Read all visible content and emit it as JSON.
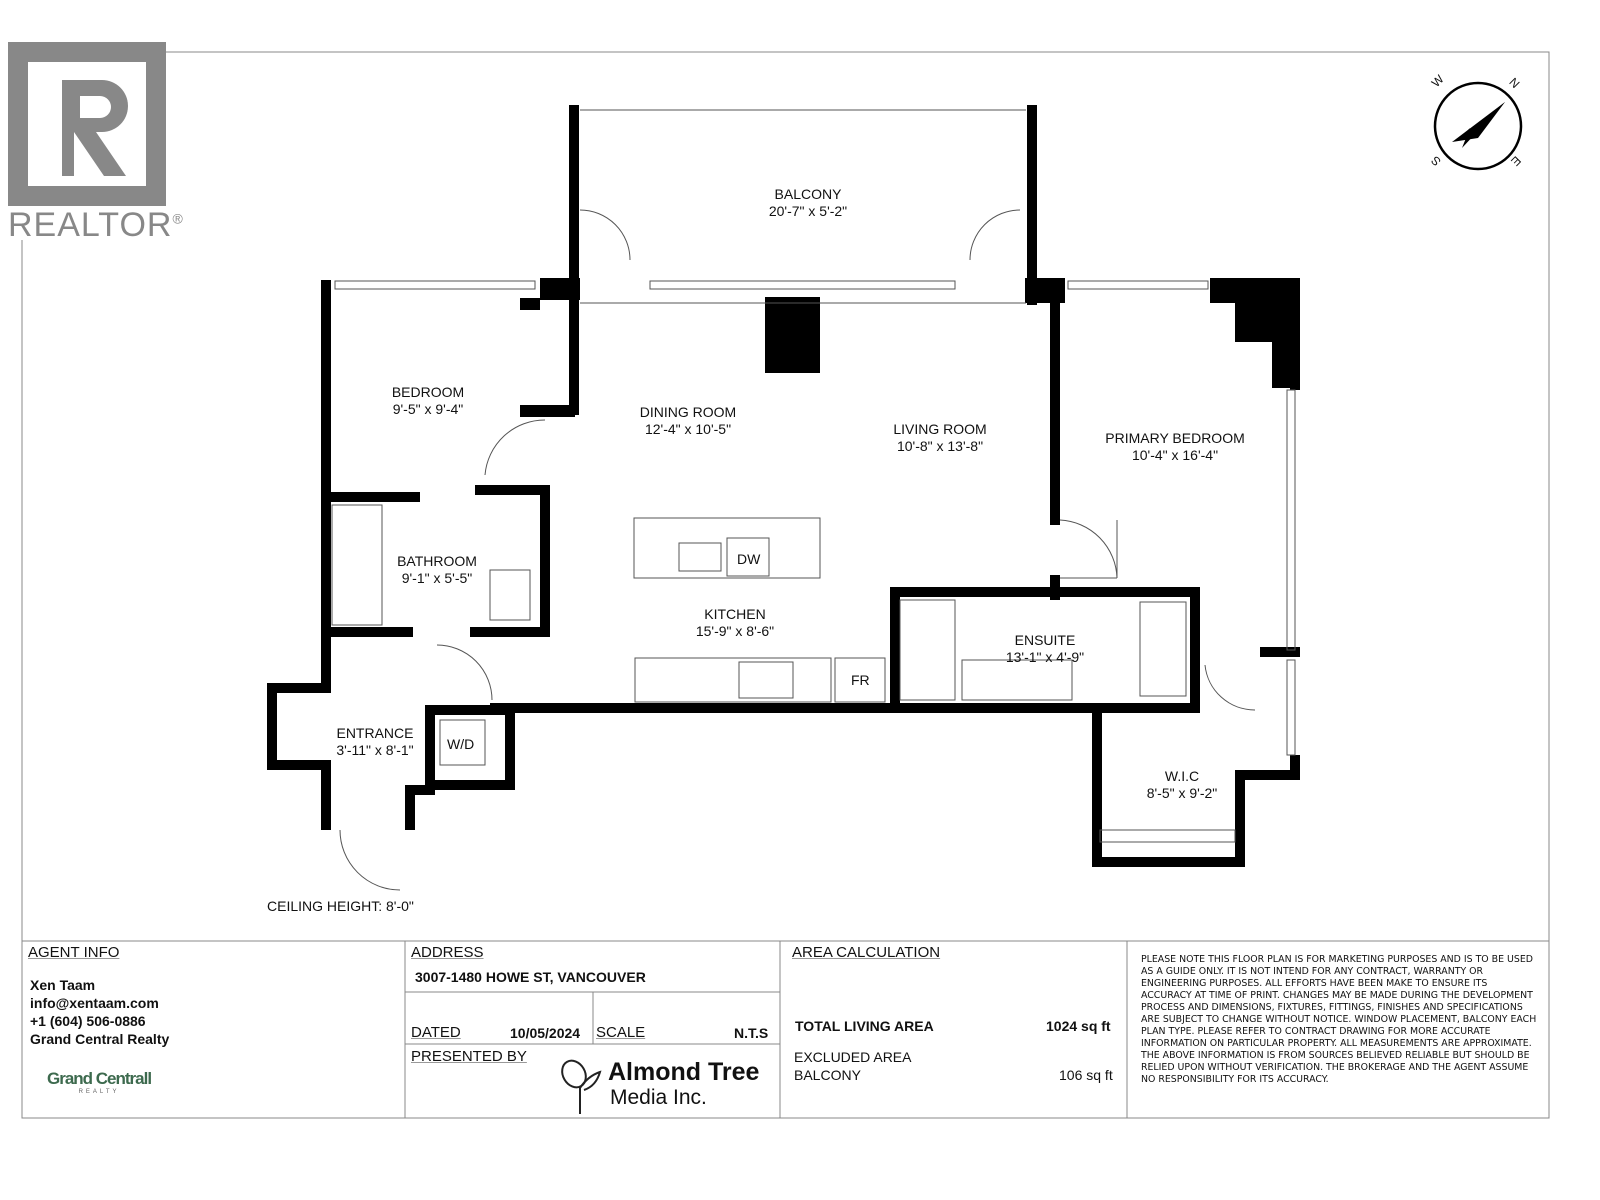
{
  "logo": {
    "realtor": "REALTOR",
    "mark": "®"
  },
  "compass": {
    "labels": [
      "W",
      "N",
      "S",
      "E"
    ]
  },
  "rooms": [
    {
      "name": "BALCONY",
      "dims": "20'-7\" x 5'-2\""
    },
    {
      "name": "BEDROOM",
      "dims": "9'-5\" x 9'-4\""
    },
    {
      "name": "DINING ROOM",
      "dims": "12'-4\" x 10'-5\""
    },
    {
      "name": "LIVING ROOM",
      "dims": "10'-8\" x 13'-8\""
    },
    {
      "name": "PRIMARY BEDROOM",
      "dims": "10'-4\" x 16'-4\""
    },
    {
      "name": "BATHROOM",
      "dims": "9'-1\" x 5'-5\""
    },
    {
      "name": "KITCHEN",
      "dims": "15'-9\" x 8'-6\""
    },
    {
      "name": "ENSUITE",
      "dims": "13'-1\" x 4'-9\""
    },
    {
      "name": "ENTRANCE",
      "dims": "3'-11\" x 8'-1\""
    },
    {
      "name": "W.I.C",
      "dims": "8'-5\" x 9'-2\""
    }
  ],
  "fixtures": {
    "dw": "DW",
    "fr": "FR",
    "wd": "W/D"
  },
  "ceiling": "CEILING HEIGHT: 8'-0\"",
  "agent": {
    "header": "AGENT INFO",
    "name": "Xen Taam",
    "email": "info@xentaam.com",
    "phone": "+1 (604) 506-0886",
    "company": "Grand Central Realty",
    "logo_text": "Grand Centrall",
    "logo_sub": "REALTY"
  },
  "address": {
    "header": "ADDRESS",
    "value": "3007-1480 HOWE ST, VANCOUVER"
  },
  "dated": {
    "label": "DATED",
    "value": "10/05/2024"
  },
  "scale": {
    "label": "SCALE",
    "value": "N.T.S"
  },
  "presented": {
    "label": "PRESENTED BY",
    "logo_line1": "Almond Tree",
    "logo_line2": "Media Inc."
  },
  "area": {
    "header": "AREA CALCULATION",
    "total_label": "TOTAL LIVING AREA",
    "total_value": "1024 sq ft",
    "excluded_label": "EXCLUDED AREA",
    "balcony_label": "BALCONY",
    "balcony_value": "106 sq ft"
  },
  "disclaimer": "PLEASE NOTE THIS FLOOR PLAN IS FOR MARKETING PURPOSES AND IS TO BE USED AS A GUIDE ONLY. IT IS NOT INTEND FOR ANY CONTRACT, WARRANTY OR ENGINEERING PURPOSES. ALL EFFORTS HAVE BEEN MAKE TO ENSURE ITS ACCURACY AT TIME OF PRINT. CHANGES MAY BE MADE DURING THE DEVELOPMENT PROCESS AND DIMENSIONS, FIXTURES, FITTINGS, FINISHES AND SPECIFICATIONS ARE SUBJECT TO CHANGE WITHOUT NOTICE. WINDOW PLACEMENT, BALCONY EACH PLAN TYPE. PLEASE REFER TO CONTRACT DRAWING FOR MORE ACCURATE INFORMATION ON PARTICULAR PROPERTY. ALL MEASUREMENTS ARE APPROXIMATE. THE ABOVE INFORMATION IS FROM SOURCES BELIEVED RELIABLE BUT SHOULD BE RELIED UPON WITHOUT VERIFICATION. THE BROKERAGE AND THE AGENT ASSUME NO RESPONSIBILITY FOR ITS ACCURACY."
}
